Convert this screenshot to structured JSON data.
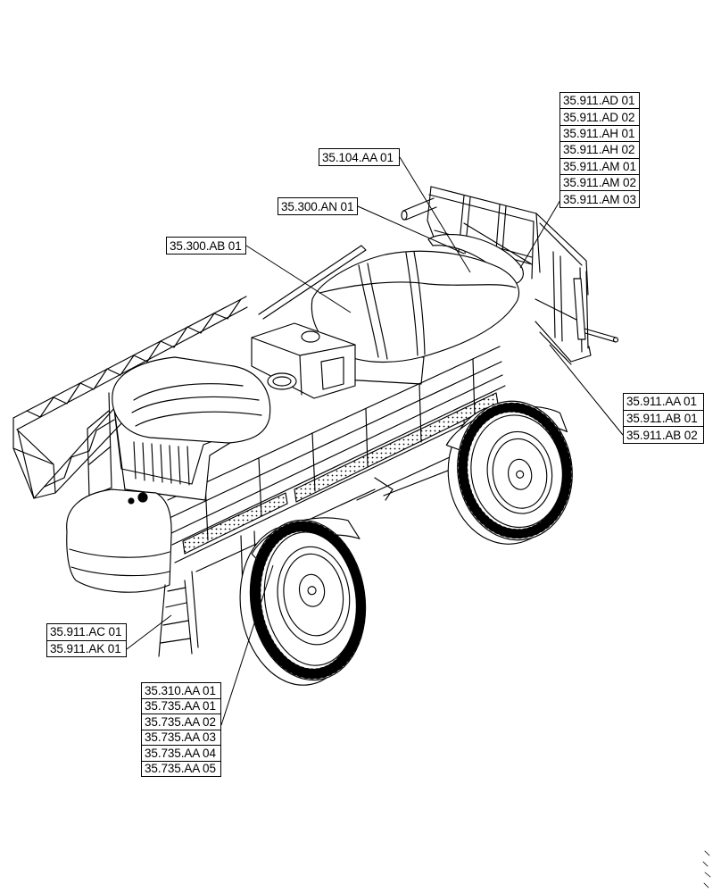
{
  "callouts": {
    "top_right": [
      "35.911.AD 01",
      "35.911.AD 02",
      "35.911.AH 01",
      "35.911.AH 02",
      "35.911.AM 01",
      "35.911.AM 02",
      "35.911.AM 03"
    ],
    "upper_mid": [
      "35.104.AA 01"
    ],
    "upper_an": [
      "35.300.AN 01"
    ],
    "upper_ab": [
      "35.300.AB 01"
    ],
    "right_mid": [
      "35.911.AA 01",
      "35.911.AB 01",
      "35.911.AB 02"
    ],
    "left_low": [
      "35.911.AC 01",
      "35.911.AK 01"
    ],
    "bottom": [
      "35.310.AA 01",
      "35.735.AA 01",
      "35.735.AA 02",
      "35.735.AA 03",
      "35.735.AA 04",
      "35.735.AA 05"
    ]
  },
  "colors": {
    "line": "#000000",
    "background": "#ffffff"
  }
}
